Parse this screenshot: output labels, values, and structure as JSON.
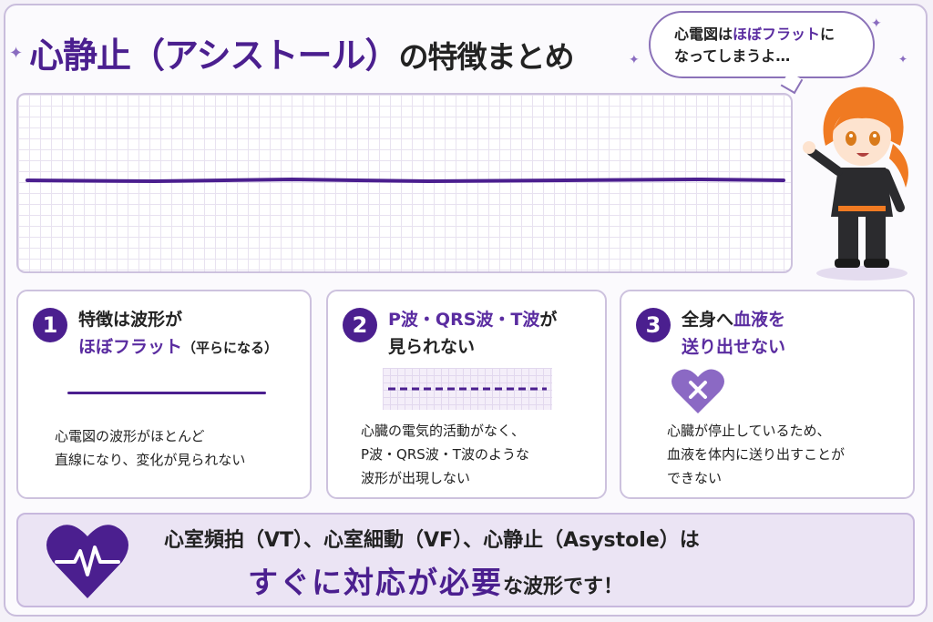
{
  "title": {
    "main": "心静止（アシストール）",
    "sub": "の特徴まとめ"
  },
  "speech": {
    "line1_a": "心電図は",
    "line1_hl": "ほぼフラット",
    "line1_b": "に",
    "line2": "なってしまうよ…"
  },
  "cards": [
    {
      "number": "1",
      "head_line1": "特徴は波形が",
      "head_line2_hl": "ほぼフラット",
      "head_line2_small": "（平らになる）",
      "desc_line1": "心電図の波形がほとんど",
      "desc_line2": "直線になり、変化が見られない"
    },
    {
      "number": "2",
      "head_line1": "P波・QRS波・T波",
      "head_line1_tail": "が",
      "head_line2": "見られない",
      "desc_line1": "心臓の電気的活動がなく、",
      "desc_line2": "P波・QRS波・T波のような",
      "desc_line3": "波形が出現しない"
    },
    {
      "number": "3",
      "head_line1_a": "全身へ",
      "head_line1_hl": "血液を",
      "head_line2_hl": "送り出せない",
      "desc_line1": "心臓が停止しているため、",
      "desc_line2": "血液を体内に送り出すことが",
      "desc_line3": "できない"
    }
  ],
  "footer": {
    "line1": "心室頻拍（VT）、心室細動（VF）、心静止（Asystole）は",
    "line2_big": "すぐに対応が必要",
    "line2_rest": "な波形です！"
  },
  "colors": {
    "accent": "#4b1f8f",
    "highlight": "#5a2ca0",
    "grid": "#e8e2f0",
    "footer_bg": "#ebe4f4"
  },
  "icons": [
    "sparkle-icon",
    "heart-pulse-icon",
    "heart-x-icon"
  ]
}
